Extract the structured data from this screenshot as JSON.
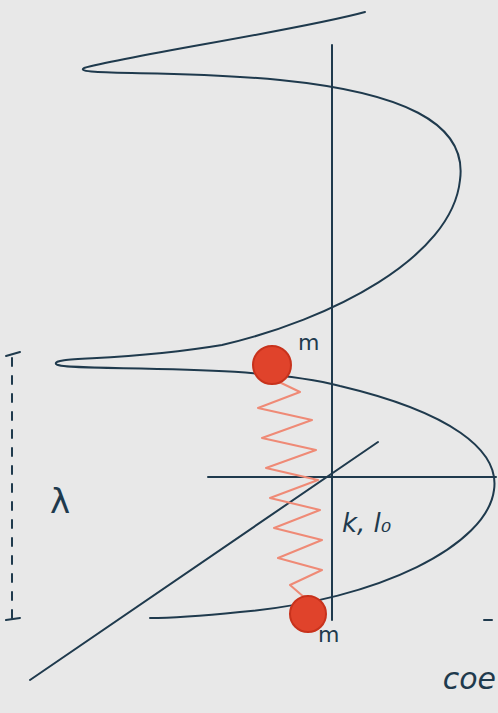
{
  "diagram": {
    "labels": [
      "m",
      "m",
      "k, l₀",
      "λ",
      "coe"
    ]
  }
}
